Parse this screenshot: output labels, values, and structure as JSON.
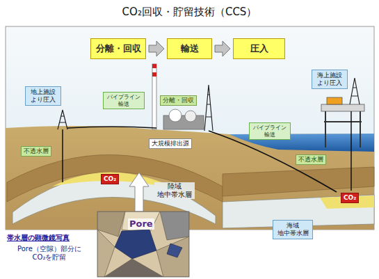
{
  "diagram": {
    "title": "CO₂回収・貯留技術（CCS）",
    "nodes": [
      {
        "text": [
          "分離・回収"
        ]
      },
      {
        "text": [
          "輸送"
        ]
      },
      {
        "text": [
          "圧入"
        ]
      },
      {
        "text": [
          "地上施設 より圧入"
        ]
      },
      {
        "text": [
          "パイプライン 輸送"
        ]
      },
      {
        "text": [
          "分離・回収"
        ]
      },
      {
        "text": [
          "海上施設 より圧入"
        ]
      },
      {
        "text": [
          "パイプライン 輸送"
        ]
      },
      {
        "text": [
          "大規模排出源"
        ]
      },
      {
        "text": [
          "不透水層"
        ]
      },
      {
        "text": [
          "不透水層"
        ]
      },
      {
        "text": [
          "CO₂"
        ]
      },
      {
        "text": [
          "CO₂"
        ]
      },
      {
        "text": [
          "海域 地中帯水層"
        ]
      }
    ],
    "edges": [
      {
        "from": 0,
        "to": 1,
        "arrow": "to"
      },
      {
        "from": 1,
        "to": 2,
        "arrow": "to"
      }
    ],
    "labels": [
      "陸域 地中帯水層",
      "帯水層の顕微鏡写真",
      "Pore（空隙）部分に CO₂を貯留",
      "Pore"
    ]
  }
}
